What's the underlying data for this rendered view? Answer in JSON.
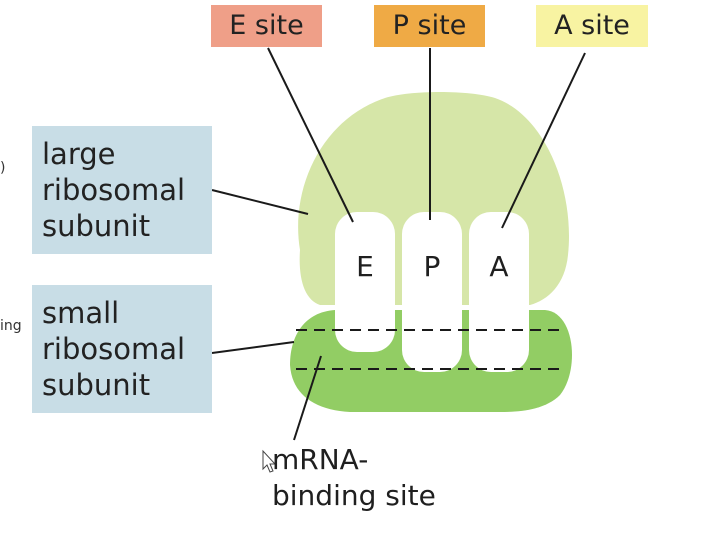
{
  "sites": {
    "e_label": "E site",
    "p_label": "P site",
    "a_label": "A site",
    "e_letter": "E",
    "p_letter": "P",
    "a_letter": "A"
  },
  "labels": {
    "large_subunit": [
      "large",
      "ribosomal",
      "subunit"
    ],
    "small_subunit": [
      "small",
      "ribosomal",
      "subunit"
    ],
    "mrna_site": [
      "mRNA-",
      "binding site"
    ]
  },
  "edge_fragments": {
    "upper": ")",
    "lower": "ing"
  },
  "colors": {
    "e_site_box": "#ef9f88",
    "p_site_box": "#efaa45",
    "a_site_box": "#f8f3a2",
    "large_subunit": "#d6e6a8",
    "small_subunit": "#92cd64",
    "side_box": "#c8dde6",
    "site_slot": "#ffffff"
  }
}
